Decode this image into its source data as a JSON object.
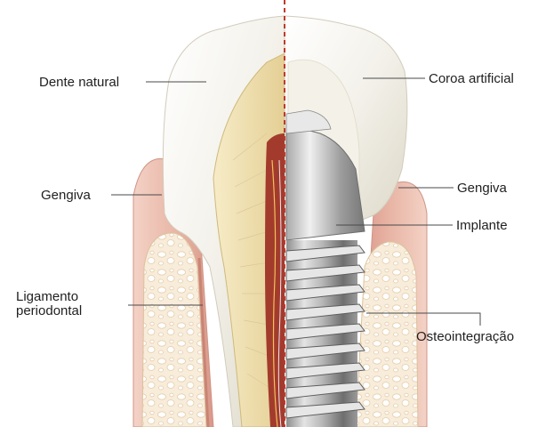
{
  "labels": {
    "left": {
      "natural_tooth": "Dente natural",
      "gum": "Gengiva",
      "periodontal_ligament": "Ligamento periodontal"
    },
    "right": {
      "artificial_crown": "Coroa artificial",
      "gum": "Gengiva",
      "implant": "Implante",
      "osseointegration": "Osteointegração"
    }
  },
  "colors": {
    "divider_line": "#c0392b",
    "gum": "#e8b4a6",
    "bone": "#f6ead8",
    "enamel": "#f4f2ea",
    "dentin": "#efe1b8",
    "pulp": "#a33b2d",
    "implant_metal": "#9a9a9a"
  }
}
